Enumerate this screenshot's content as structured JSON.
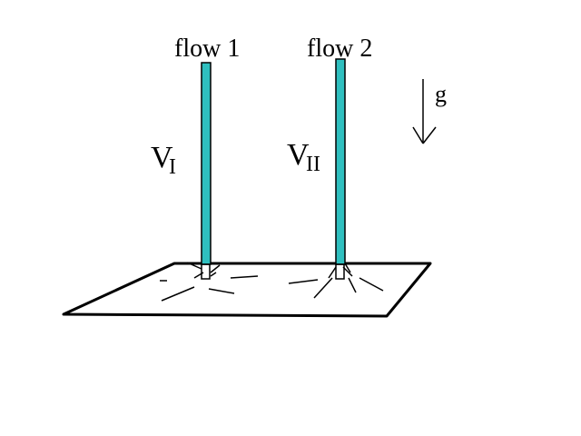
{
  "labels": {
    "flow1": "flow 1",
    "flow2": "flow 2",
    "v1_main": "V",
    "v1_sub": "I",
    "v2_main": "V",
    "v2_sub": "II",
    "gravity": "g"
  },
  "colors": {
    "jet_fill": "#2fbfbf",
    "ink": "#000000",
    "background": "#ffffff"
  }
}
